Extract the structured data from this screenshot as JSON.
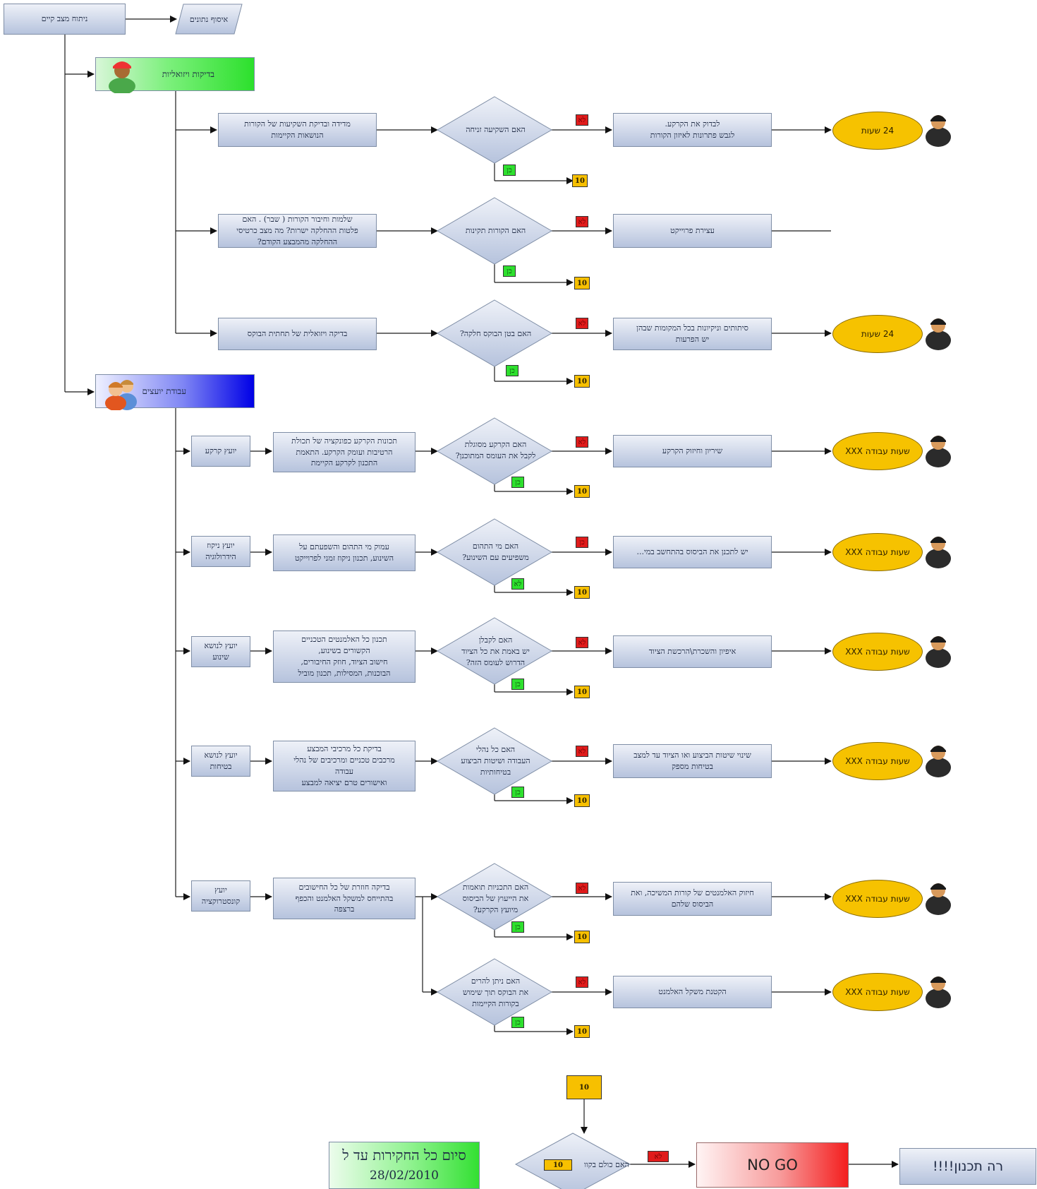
{
  "start": {
    "current_state": "ניתוח מצב קיים",
    "data_collection": "איסוף נתונים"
  },
  "lanes": {
    "visual": "בדיקות ויזואליות",
    "consultants": "עבודת יועצים"
  },
  "visual_rows": [
    {
      "task": "מדידה ובדיקת השקיעות של הקורות\nהנושאות הקיימות",
      "question": "האם השקיעה זניחה",
      "no_tag": "לא",
      "yes_tag": "כן",
      "ten": "10",
      "action": "לבדוק את הקרקע.\nלגבש פתרונות לאיזון הקורות",
      "hours": "24 שעות"
    },
    {
      "task": "שלמות וחיבור הקורות ( שבר) . האם\nפלטות ההחלקה ישרות? מה מצב כרטיסי\nההחלקה מהמבצע הקודם?",
      "question": "האם הקורות תקינות",
      "no_tag": "לא",
      "yes_tag": "כן",
      "ten": "10",
      "action": "עצירת פרוייקט",
      "hours": ""
    },
    {
      "task": "בדיקה ויזואלית של תחתית הבוקס",
      "question": "האם בטן הבוקס חלקה?",
      "no_tag": "לא",
      "yes_tag": "כן",
      "ten": "10",
      "action": "סיתותים וניקיונות בכל המקומות שבהן\nיש הפרעות",
      "hours": "24 שעות"
    }
  ],
  "consultant_rows": [
    {
      "consultant": "יועץ קרקע",
      "task": "תכונות הקרקע כפונקציה של תכולת\nהרטיבות ועומק הקרקע. התאמת\nהתכנון לקרקע הקיימת",
      "question": "האם הקרקע מסוגלת\nלקבל את העומס המתוכנן?",
      "no_tag": "לא",
      "yes_tag": "כן",
      "ten": "10",
      "action": "שיריון וחיזוק הקרקע",
      "hours": "שעות עבודה XXX"
    },
    {
      "consultant": "יועץ ניקוז\nהידרולוגיה",
      "task": "עמוק מי התהום והשפעתם על\nהשינוע, תכנון ניקוז זמני לפרוייקט",
      "question": "האם מי התהום\nמשפיעים עם השינוע?",
      "no_tag": "כן",
      "yes_tag": "לא",
      "ten": "10",
      "action": "יש לתכנן את הביסוס בהתחשב במי...",
      "hours": "שעות עבודה XXX"
    },
    {
      "consultant": "יועץ לנושא\nשינוע",
      "task": "תכנון כל האלמנטים הטכניים\nהקשורים בשינוע,\nחישוב הציוד, חוזק החיבורים,\nהבוכנות, המסילות, תכנון מוביל",
      "question": "האם לקבלן\nיש באמת את כל הציוד\nהדרוש לעומס הזה?",
      "no_tag": "לא",
      "yes_tag": "כן",
      "ten": "10",
      "action": "איפיון והשכרת\\הרכשת הציוד",
      "hours": "שעות עבודה XXX"
    },
    {
      "consultant": "יועץ לנושא\nבטיחות",
      "task": "בדיקת כל מרכיבי המבצע\nמרכבים טכניים ומרכיבים של נהלי\nעבודה\nואישורים טרם יציאה למבצע",
      "question": "האם כל נהלי\nהעבודה ושיטות הביצוע\nבטיחותיות",
      "no_tag": "לא",
      "yes_tag": "כן",
      "ten": "10",
      "action": "שינוי שיטות הביצוע ואו הציוד עד למצב\nבטיחות מספק",
      "hours": "שעות עבודה XXX"
    },
    {
      "consultant": "יועץ\nקונסטרוקציה",
      "task": "בדיקה חוזרת של כל החישובים\nבהתייחס למשקל האלמנט והכפף\nברצפה",
      "question": "האם התכניות תואמות\nאת הייעוץ של הביסוס\nמיועץ הקרקע?",
      "no_tag": "לא",
      "yes_tag": "כן",
      "ten": "10",
      "action": "חיזוק האלמנטים של קורות המשיכה, ואת\nהביסוס שלהם",
      "hours": "שעות עבודה XXX"
    },
    {
      "consultant": "",
      "task": "",
      "question": "האם ניתן להרים\nאת הבוקס תוך שימוש\nבקורות הקיימות",
      "no_tag": "לא",
      "yes_tag": "כן",
      "ten": "10",
      "action": "הקטנת משקל האלמנט",
      "hours": "שעות עבודה XXX"
    }
  ],
  "final": {
    "ten_top": "10",
    "question": "האם כולם בקוו",
    "ten_inside": "10",
    "no_tag": "לא",
    "nogo": "NO GO",
    "redesign": "רה תכנון!!!!",
    "finish_line1": "סיום כל החקירות עד ל",
    "finish_line2": "28/02/2010"
  },
  "colors": {
    "box_border": "#7f8ea6",
    "line": "#1a1a1a",
    "no": "#e01b1b",
    "yes": "#2ee02e",
    "ten": "#f7c000",
    "hours": "#f6c200"
  }
}
